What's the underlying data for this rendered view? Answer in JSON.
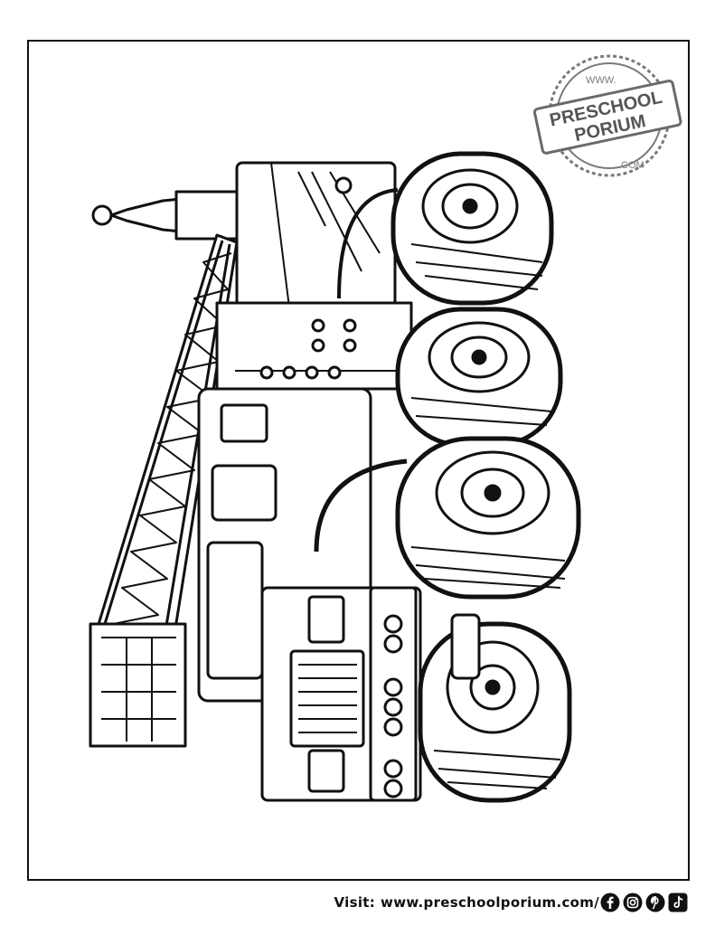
{
  "stamp": {
    "top_text": "WWW.",
    "line1": "PRESCHOOL",
    "line2": "PORIUM",
    "bottom_text": ".COM"
  },
  "footer": {
    "visit_label": "Visit:",
    "url": "www.preschoolporium.com/"
  },
  "social_icons": [
    "facebook-icon",
    "instagram-icon",
    "pinterest-icon",
    "tiktok-icon"
  ],
  "colors": {
    "line": "#111111",
    "paper": "#ffffff",
    "stamp_gray": "#7a7a7a"
  }
}
